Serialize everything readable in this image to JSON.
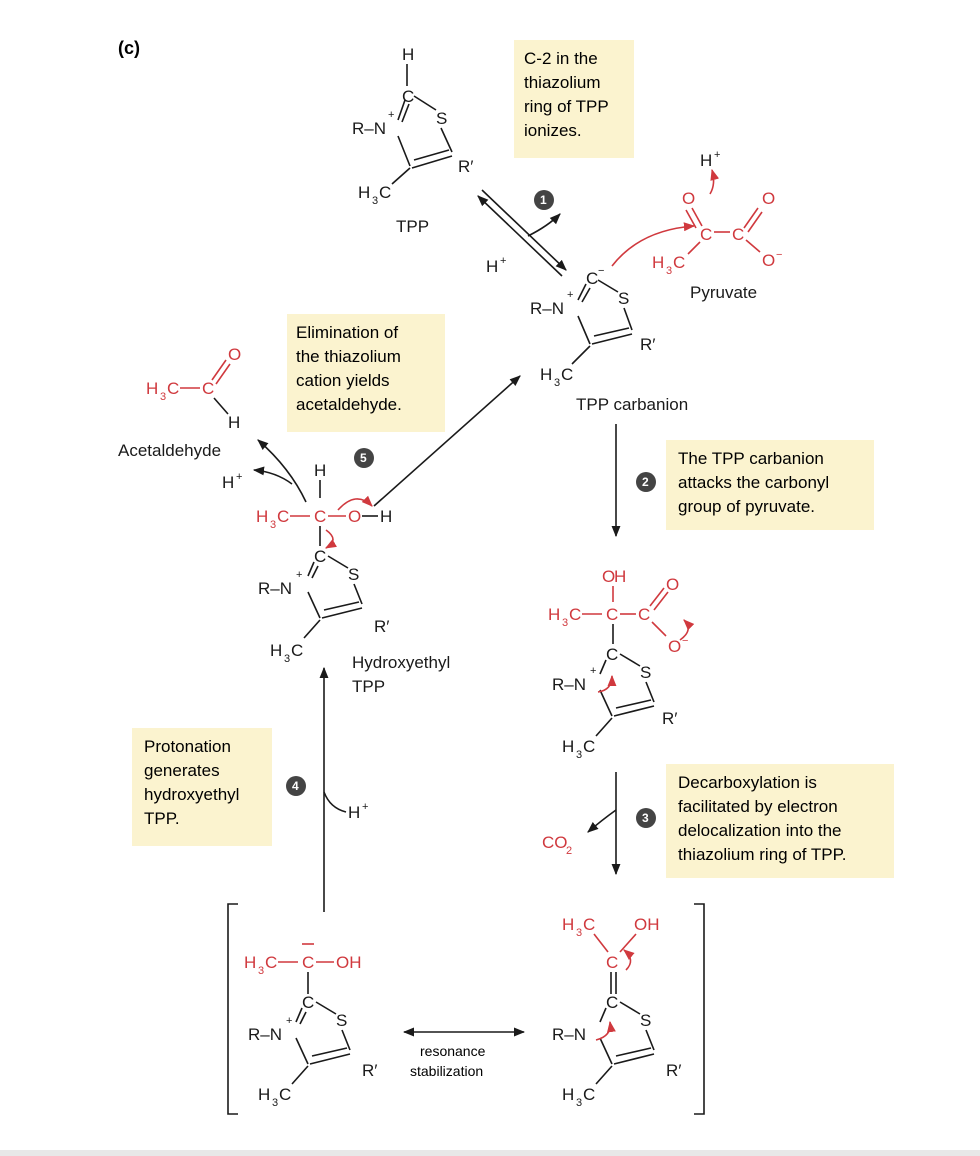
{
  "panel_label": "(c)",
  "notes": {
    "step1": [
      "C-2 in the",
      "thiazolium",
      "ring of TPP",
      "ionizes."
    ],
    "step2": [
      "The TPP carbanion",
      "attacks the carbonyl",
      "group of pyruvate."
    ],
    "step3": [
      "Decarboxylation is",
      "facilitated by electron",
      "delocalization into the",
      "thiazolium ring of TPP."
    ],
    "step4": [
      "Protonation",
      "generates",
      "hydroxyethyl",
      "TPP."
    ],
    "step5": [
      "Elimination of",
      "the thiazolium",
      "cation yields",
      "acetaldehyde."
    ]
  },
  "step_numbers": [
    "1",
    "2",
    "3",
    "4",
    "5"
  ],
  "labels": {
    "tpp": "TPP",
    "tpp_carbanion": "TPP carbanion",
    "pyruvate": "Pyruvate",
    "acetaldehyde": "Acetaldehyde",
    "hydroxyethyl_tpp": [
      "Hydroxyethyl",
      "TPP"
    ],
    "resonance": [
      "resonance",
      "stabilization"
    ],
    "co2": "CO2",
    "h_plus": "H+"
  },
  "colors": {
    "highlight_box": "#fbf3cf",
    "reactive_red": "#d0393e",
    "ink": "#1a1a1a",
    "badge": "#444444"
  }
}
